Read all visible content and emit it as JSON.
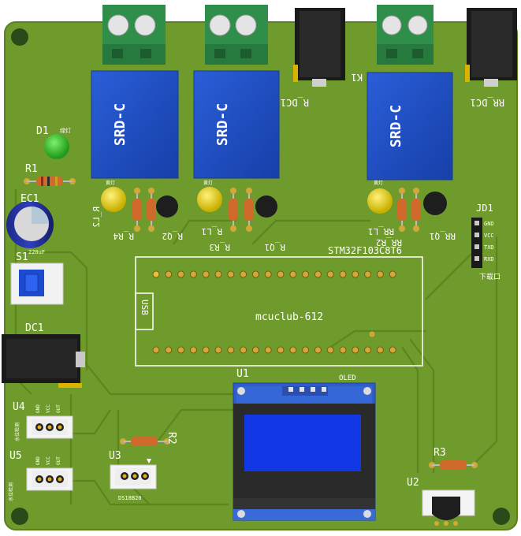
{
  "board": {
    "mcu_label": "STM32F103C8T6",
    "mcu_silk": "mcuclub-612",
    "usb_label": "USB",
    "oled_label": "OLED",
    "jd1_label": "JD1",
    "jd1_sub": "下载口",
    "jd1_pins": [
      "GND",
      "VCC",
      "TXD",
      "RXD"
    ]
  },
  "relays": [
    {
      "label": "SRD-C"
    },
    {
      "label": "SRD-C"
    },
    {
      "label": "SRD-C"
    }
  ],
  "labels": {
    "d1": "D1",
    "d1_small": "绿灯",
    "r1": "R1",
    "ec1": "EC1",
    "ec1_val": "220uF",
    "s1": "S1",
    "dc1": "DC1",
    "u1": "U1",
    "u2": "U2",
    "u3": "U3",
    "u3_sub": "DS18B20",
    "u4": "U4",
    "u5": "U5",
    "r2": "R2",
    "r3": "R3",
    "r_dc1": "R_DC1",
    "rr_dc1": "RR_DC1",
    "k1_frag": "K1",
    "r_l2": "R_L2",
    "r_q2": "R_Q2",
    "r_r4": "R_R4",
    "r_l1": "R_L1",
    "r_q1": "R_Q1",
    "r_r3": "R_R3",
    "rr_l1": "RR_L1",
    "rr_q1": "RR_Q1",
    "rr_r2": "RR_R2",
    "u4_pins": [
      "GND",
      "VCC",
      "OUT"
    ],
    "u5_pins": [
      "GND",
      "VCC",
      "OUT"
    ],
    "u4_side": "水位检测",
    "u5_side": "水位检测",
    "led_small": "黄灯"
  },
  "colors": {
    "pcb": "#6f9a2c",
    "relay": "#1f4fc4",
    "terminal": "#2f8f4a",
    "silk": "#ffffff",
    "oled_screen": "#1238e6",
    "led_green": "#35c42a",
    "led_yellow": "#f0dc10"
  }
}
